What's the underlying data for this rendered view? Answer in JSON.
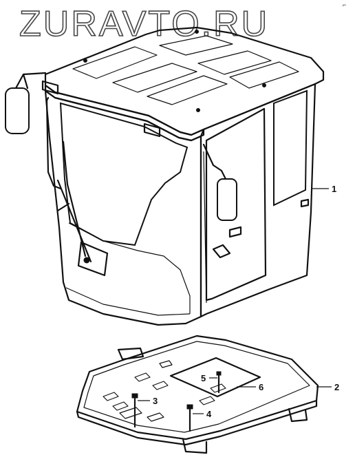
{
  "watermark": "ZURAVTO.RU",
  "corner_mark": "⌐",
  "callouts": [
    {
      "id": "1",
      "label": "1"
    },
    {
      "id": "2",
      "label": "2"
    },
    {
      "id": "3",
      "label": "3"
    },
    {
      "id": "4",
      "label": "4"
    },
    {
      "id": "5",
      "label": "5"
    },
    {
      "id": "6",
      "label": "6"
    }
  ]
}
